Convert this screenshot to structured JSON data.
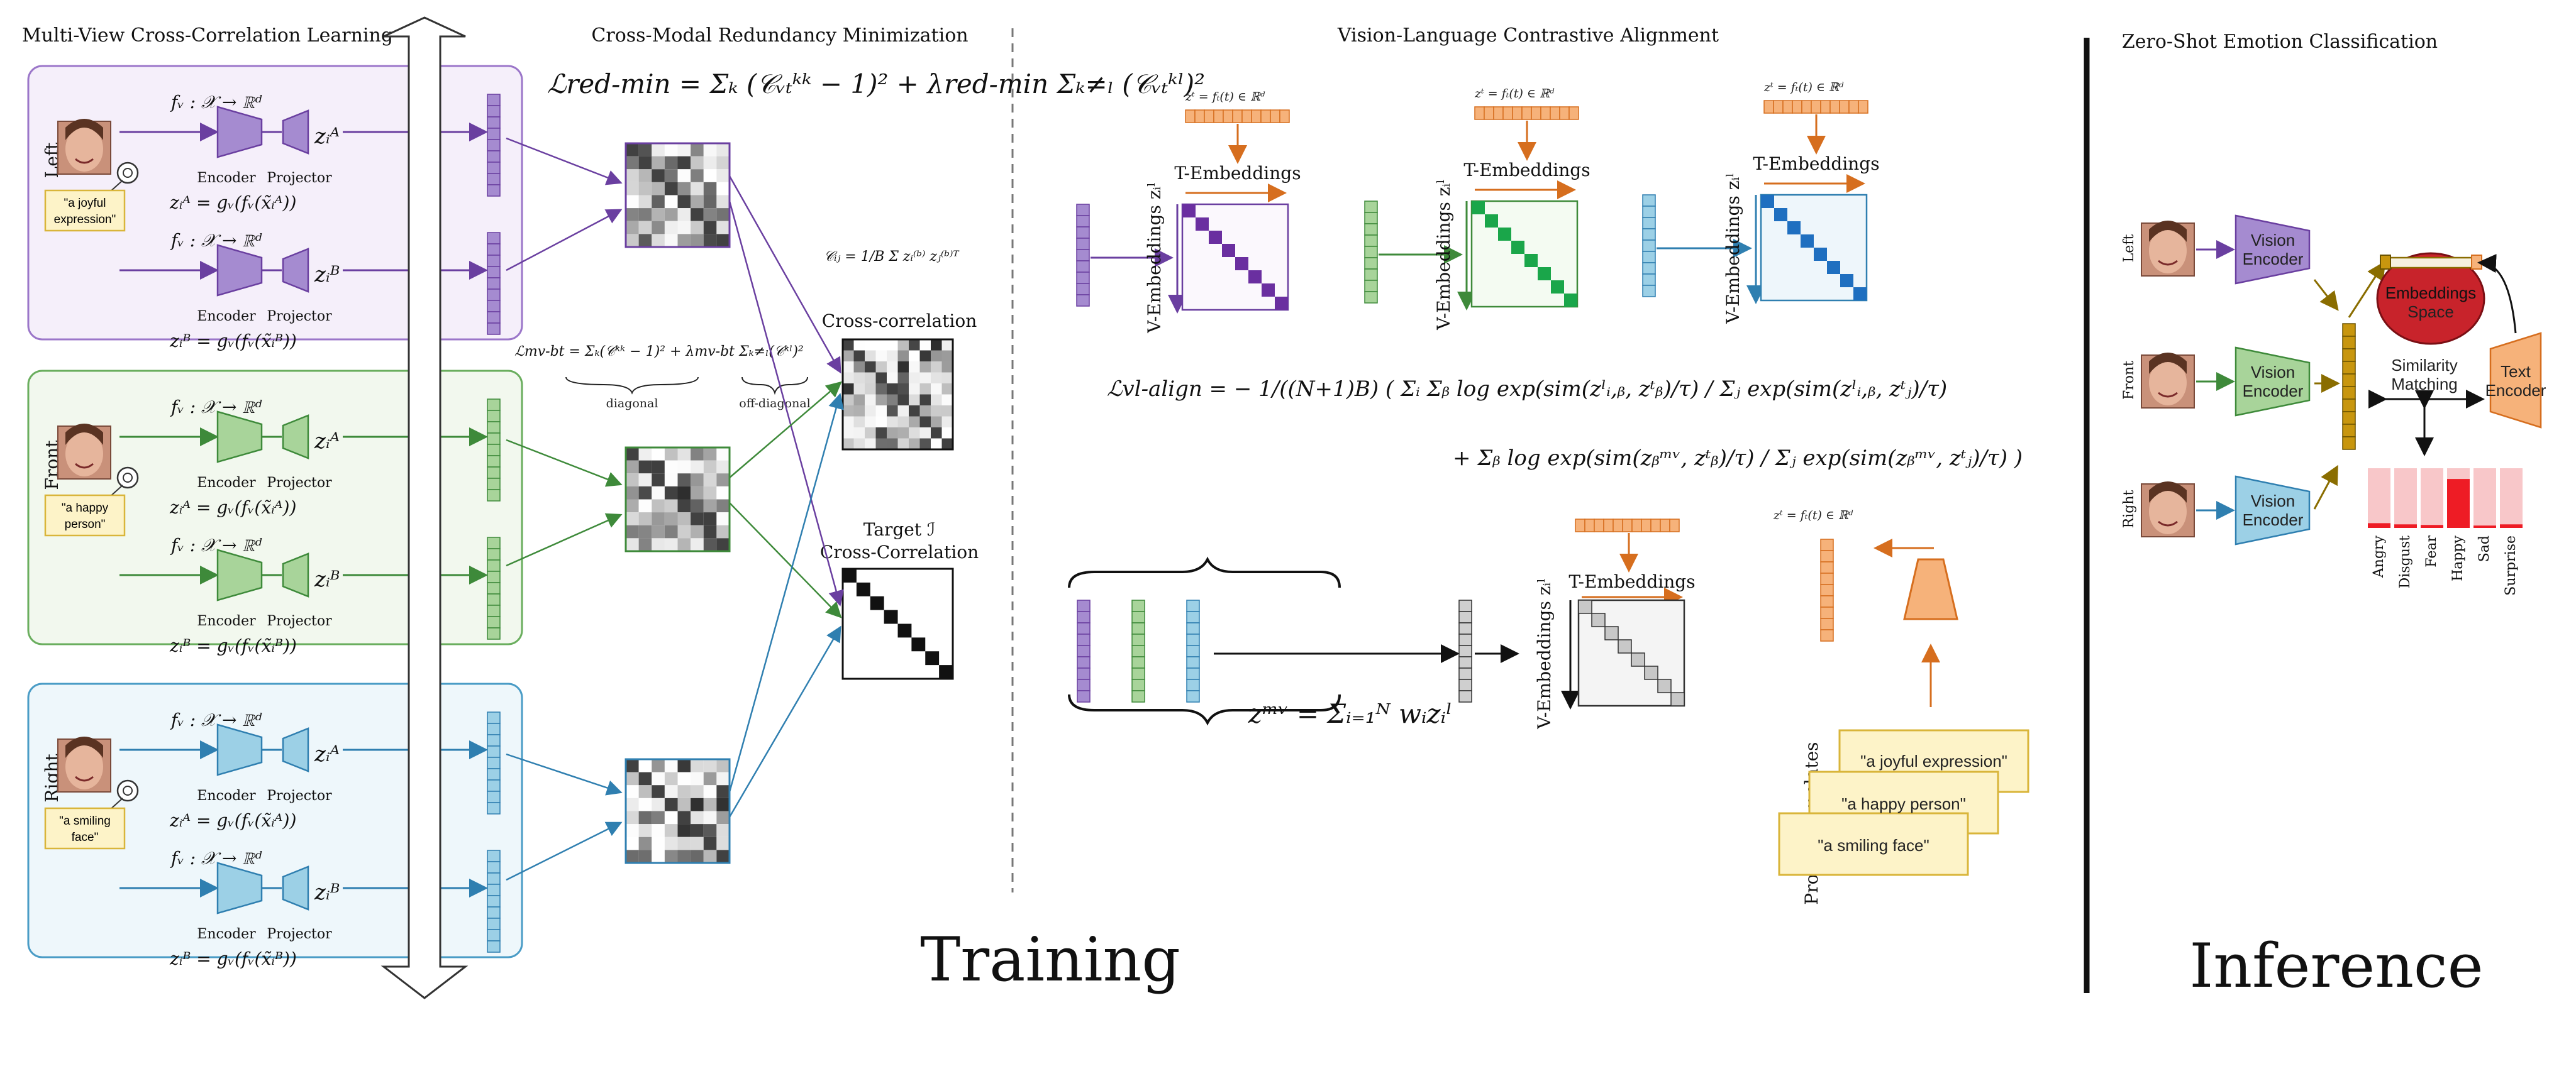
{
  "sections": {
    "mv_title": "Multi-View Cross-Correlation Learning",
    "rm_title": "Cross-Modal Redundancy Minimization",
    "vl_title": "Vision-Language Contrastive Alignment",
    "zs_title": "Zero-Shot Emotion Classification"
  },
  "phases": {
    "training": "Training",
    "inference": "Inference"
  },
  "views": [
    {
      "name": "Left",
      "prompt_line1": "\"a joyful",
      "prompt_line2": "expression\"",
      "fv": "fᵥ : 𝒳 → ℝᵈ",
      "zA": "zᵢᴬ",
      "zB": "zᵢᴮ",
      "eqA": "zᵢᴬ = gᵥ(fᵥ(x̃ᵢᴬ))",
      "eqB": "zᵢᴮ = gᵥ(fᵥ(x̃ᵢᴮ))",
      "encoder": "Encoder",
      "projector": "Projector"
    },
    {
      "name": "Front",
      "prompt_line1": "\"a happy",
      "prompt_line2": "person\"",
      "fv": "fᵥ : 𝒳 → ℝᵈ",
      "zA": "zᵢᴬ",
      "zB": "zᵢᴮ",
      "eqA": "zᵢᴬ = gᵥ(fᵥ(x̃ᵢᴬ))",
      "eqB": "zᵢᴮ = gᵥ(fᵥ(x̃ᵢᴮ))",
      "encoder": "Encoder",
      "projector": "Projector"
    },
    {
      "name": "Right",
      "prompt_line1": "\"a smiling",
      "prompt_line2": "face\"",
      "fv": "fᵥ : 𝒳 → ℝᵈ",
      "zA": "zᵢᴬ",
      "zB": "zᵢᴮ",
      "eqA": "zᵢᴬ = gᵥ(fᵥ(x̃ᵢᴬ))",
      "eqB": "zᵢᴮ = gᵥ(fᵥ(x̃ᵢᴮ))",
      "encoder": "Encoder",
      "projector": "Projector"
    }
  ],
  "redundancy": {
    "loss_red_min": "ℒred-min = Σₖ (𝒞ᵥₜᵏᵏ − 1)² + λred-min Σₖ≠ₗ (𝒞ᵥₜᵏˡ)²",
    "loss_mv_bt": "ℒmv-bt = Σₖ(𝒞ᵏᵏ − 1)² + λmv-bt Σₖ≠ₗ(𝒞ᵏˡ)²",
    "diagonal": "diagonal",
    "off_diagonal": "off-diagonal",
    "cij": "𝒞ᵢⱼ = 1/B Σ zᵢ⁽ᵇ⁾ zⱼ⁽ᵇ⁾ᵀ",
    "cross_corr": "Cross-correlation",
    "target_line1": "Target ℐ",
    "target_line2": "Cross-Correlation"
  },
  "vl": {
    "t_emb_formula": "zᵗ = fₜ(t) ∈ ℝᵈ",
    "t_emb_label": "T-Embeddings",
    "v_emb_label": "V-Embeddings zᵢˡ",
    "loss_align": "ℒvl-align = − 1/((N+1)B) ( Σᵢ Σᵦ log exp(sim(zˡᵢ,ᵦ, zᵗᵦ)/τ) / Σⱼ exp(sim(zˡᵢ,ᵦ, zᵗⱼ)/τ)",
    "loss_align2": "+ Σᵦ log exp(sim(zᵦᵐᵛ, zᵗᵦ)/τ) / Σⱼ exp(sim(zᵦᵐᵛ, zᵗⱼ)/τ) )",
    "zmv": "zᵐᵛ = Σᵢ₌₁ᴺ wᵢzᵢˡ",
    "prompt_templates": "Prompt Templates",
    "prompts": [
      "\"a joyful expression\"",
      "\"a happy person\"",
      "\"a smiling face\""
    ]
  },
  "inference": {
    "views": [
      "Left",
      "Front",
      "Right"
    ],
    "vision_encoder_line1": "Vision",
    "vision_encoder_line2": "Encoder",
    "embeddings_line1": "Embeddings",
    "embeddings_line2": "Space",
    "similarity_line1": "Similarity",
    "similarity_line2": "Matching",
    "text_encoder_line1": "Text",
    "text_encoder_line2": "Encoder",
    "emotions": [
      "Angry",
      "Disgust",
      "Fear",
      "Happy",
      "Sad",
      "Surprise"
    ],
    "probabilities": [
      0.08,
      0.06,
      0.05,
      0.82,
      0.04,
      0.06
    ]
  },
  "colors": {
    "purple": "#a58bd0",
    "purple_stroke": "#6a3fa0",
    "green": "#a8d49a",
    "green_stroke": "#3e8a3a",
    "blue": "#9cd0e6",
    "blue_stroke": "#2f7fb0",
    "orange": "#f6b27a",
    "orange_stroke": "#d66e1e",
    "red": "#ee1c25",
    "pink": "#f8c7c9"
  }
}
